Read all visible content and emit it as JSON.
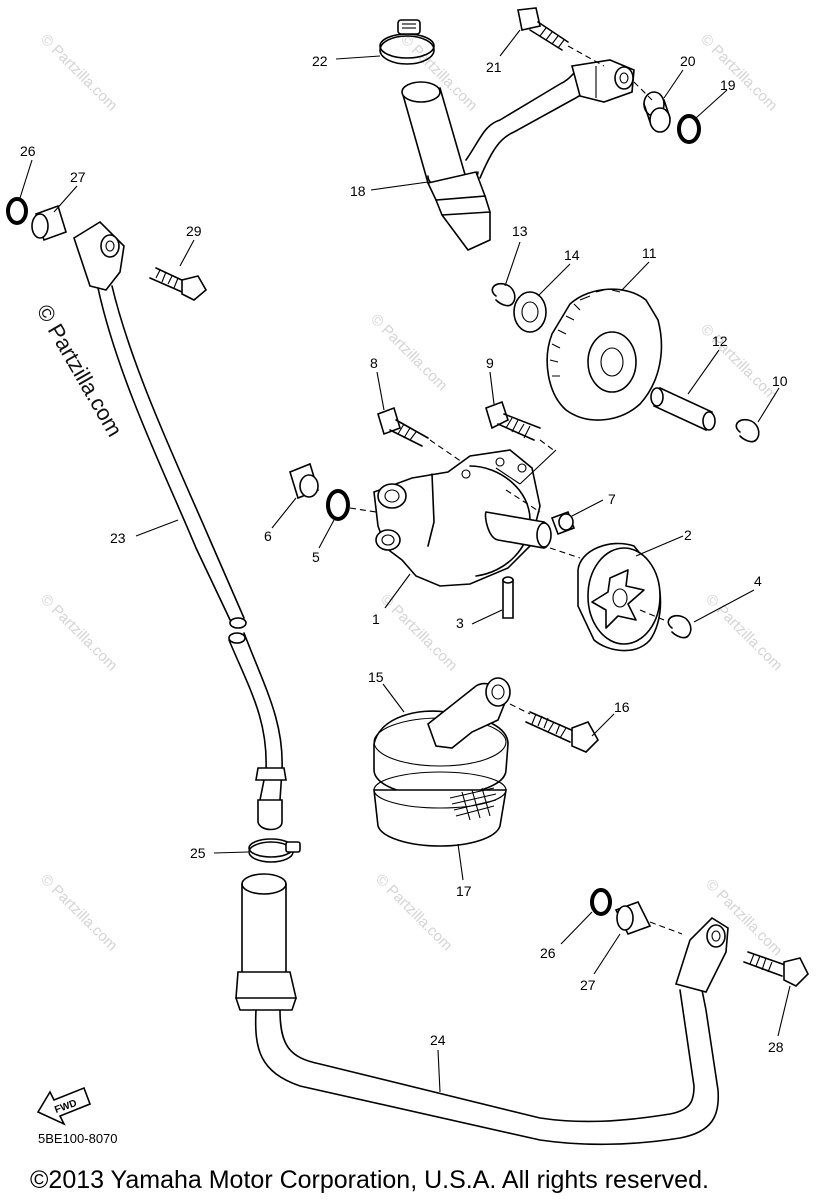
{
  "diagram": {
    "callouts": [
      "1",
      "2",
      "3",
      "4",
      "5",
      "6",
      "7",
      "8",
      "9",
      "10",
      "11",
      "12",
      "13",
      "14",
      "15",
      "16",
      "17",
      "18",
      "19",
      "20",
      "21",
      "22",
      "23",
      "24",
      "25",
      "26",
      "27",
      "28",
      "29"
    ],
    "callout_26b": "26",
    "callout_27b": "27",
    "fwd_label": "FWD",
    "watermark": "© Partzilla.com",
    "watermark_large": "© Partzilla.com"
  },
  "footer": {
    "code": "5BE100-8070",
    "copyright": "©2013 Yamaha Motor Corporation, U.S.A. All rights reserved."
  }
}
